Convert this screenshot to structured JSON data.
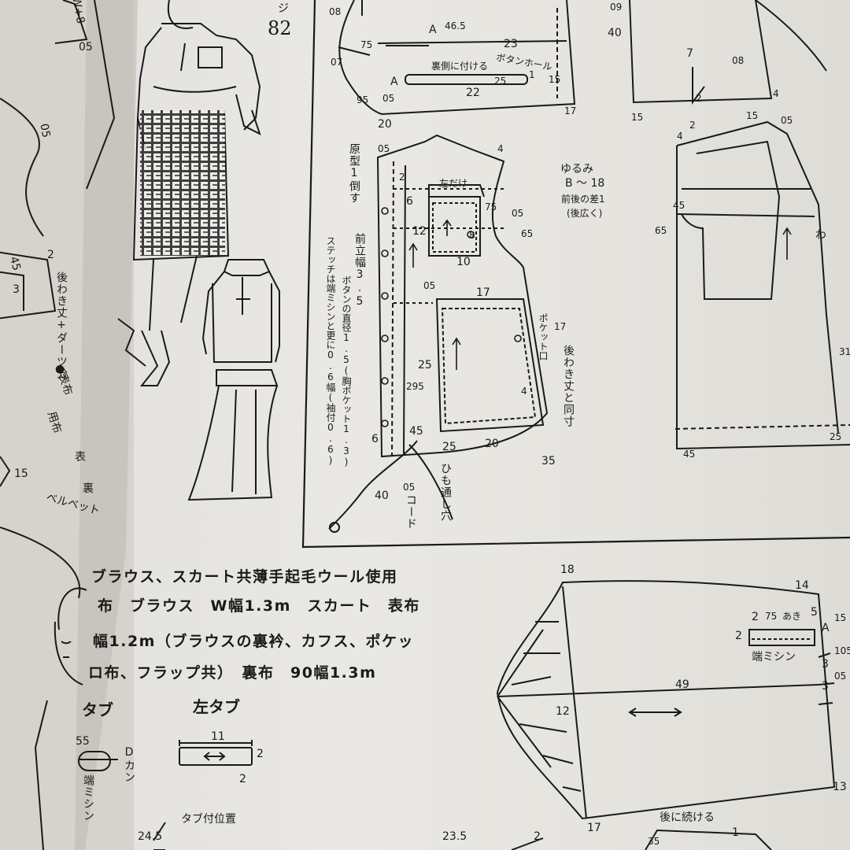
{
  "header": {
    "page_number": "82",
    "page_char": "ジ"
  },
  "left_margin": {
    "fragments": [
      "W+8",
      "05",
      "05",
      "2",
      "45",
      "3",
      "15"
    ],
    "vertical_1": "後わき丈+ダーツ分",
    "note_bullet": "●表布",
    "note_cloth": "用布",
    "note_surface": "表",
    "note_back": "裏",
    "note_velvet": "ベルベット"
  },
  "back_bodice": {
    "nums": [
      "08",
      "46.5",
      "75",
      "23",
      "07",
      "25",
      "1",
      "15",
      "95",
      "05",
      "22",
      "20",
      "17"
    ],
    "point_a": "A",
    "point_a2": "A",
    "label_attach": "裏側に付ける",
    "label_buttonhole": "ボタンホール"
  },
  "front_bodice": {
    "vertical_genkei": "原型1倒す",
    "vertical_mae": "前立幅3.5",
    "vertical_button": "ボタンの直径1.5(胸ポケット1.3)",
    "vertical_stitch": "ステッチは端ミシンと更に0.6幅(袖付0.6)",
    "label_left_only": "左だけ",
    "label_pocket_mouth": "ポケット口",
    "label_side_same": "後わき丈と同寸",
    "label_cord_hole": "ひも通し穴",
    "label_cord": "コード",
    "nums": [
      "05",
      "4",
      "2",
      "6",
      "75",
      "05",
      "12",
      "8",
      "65",
      "10",
      "05",
      "17",
      "17",
      "25",
      "295",
      "4",
      "6",
      "45",
      "25",
      "20",
      "35",
      "05",
      "40"
    ]
  },
  "ease": {
    "line1": "ゆるみ",
    "line2": "B ～ 18",
    "line3": "前後の差1",
    "line4": "(後広く)"
  },
  "right_skirt": {
    "nums": [
      "09",
      "40",
      "7",
      "08",
      "2",
      "15",
      "4",
      "4",
      "2",
      "15",
      "05",
      "45",
      "65",
      "31",
      "25",
      "45"
    ],
    "wa": "わ"
  },
  "materials": {
    "line1": "ブラウス、スカート共薄手起毛ウール使用",
    "line2": "布　ブラウス　W幅1.3m　スカート　表布",
    "line3": "幅1.2m（ブラウスの裏衿、カフス、ポケッ",
    "line4": "ロ布、フラップ共）　裏布　90幅1.3m"
  },
  "tabs": {
    "left_heading": "タブ",
    "right_heading": "左タブ",
    "num_55": "55",
    "d_can": "Dカン",
    "edge_stitch": "端ミシン",
    "num_11": "11",
    "num_2a": "2",
    "num_2b": "2",
    "position": "タブ付位置",
    "num_245": "24.5",
    "num_235": "23.5",
    "num_2c": "2"
  },
  "sleeve": {
    "nums": [
      "18",
      "14",
      "2",
      "75",
      "5",
      "2",
      "15",
      "105",
      "3",
      "05",
      "3",
      "49",
      "12",
      "17",
      "13",
      "35",
      "1"
    ],
    "point_a": "A",
    "label_opening": "あき",
    "label_edge": "端ミシン",
    "label_continue": "後に続ける"
  }
}
